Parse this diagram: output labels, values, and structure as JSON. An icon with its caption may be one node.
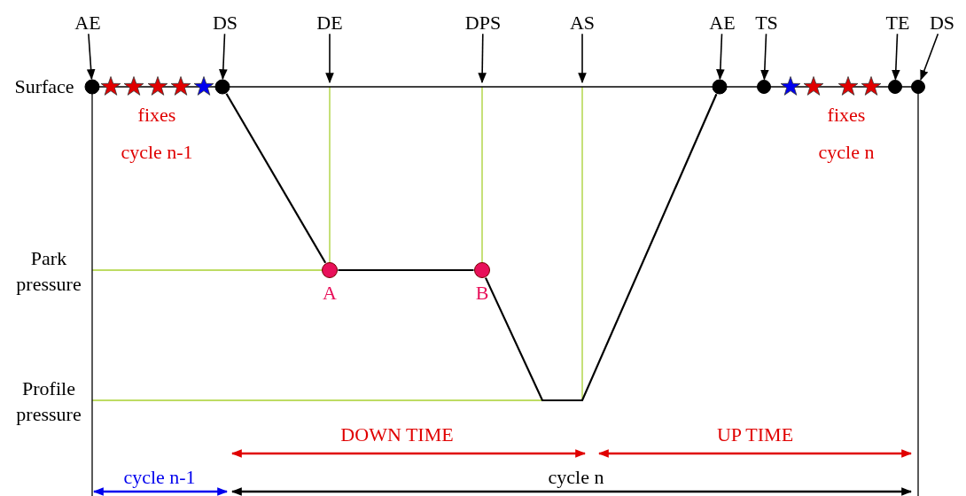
{
  "diagram": {
    "nodes": [
      {
        "text": [
          "AE"
        ]
      },
      {
        "text": [
          "DS"
        ]
      },
      {
        "text": [
          "DE"
        ]
      },
      {
        "text": [
          "DPS"
        ]
      },
      {
        "text": [
          "AS"
        ]
      },
      {
        "text": [
          "AE"
        ]
      },
      {
        "text": [
          "TS"
        ]
      },
      {
        "text": [
          "TE"
        ]
      },
      {
        "text": [
          "DS"
        ]
      },
      {
        "text": [],
        "shape": "circle"
      },
      {
        "text": [],
        "shape": "circle"
      },
      {
        "text": [],
        "shape": "circle",
        "beside": [
          "A"
        ]
      },
      {
        "text": [],
        "shape": "circle",
        "beside": [
          "B"
        ]
      },
      {
        "text": [],
        "shape": "circle"
      },
      {
        "text": [],
        "shape": "circle"
      },
      {
        "text": [],
        "shape": "circle"
      },
      {
        "text": [],
        "shape": "circle"
      }
    ],
    "edges": [
      {
        "from": 0,
        "to": 9,
        "arrow": "to"
      },
      {
        "from": 1,
        "to": 10,
        "arrow": "to"
      },
      {
        "from": 2,
        "to": null,
        "arrow": "to"
      },
      {
        "from": 3,
        "to": null,
        "arrow": "to"
      },
      {
        "from": 4,
        "to": null,
        "arrow": "to"
      },
      {
        "from": 5,
        "to": 13,
        "arrow": "to"
      },
      {
        "from": 6,
        "to": 14,
        "arrow": "to"
      },
      {
        "from": 7,
        "to": 15,
        "arrow": "to"
      },
      {
        "from": 8,
        "to": 16,
        "arrow": "to"
      },
      {
        "from": 10,
        "to": 11,
        "arrow": "none"
      },
      {
        "from": 11,
        "to": 12,
        "arrow": "none"
      },
      {
        "from": 12,
        "to": 13,
        "arrow": "none"
      }
    ],
    "labels": [
      "Surface",
      "fixes",
      "cycle n-1",
      "fixes",
      "cycle n",
      "Park pressure",
      "Profile pressure",
      "DOWN TIME",
      "UP TIME",
      "cycle n-1",
      "cycle n"
    ]
  }
}
